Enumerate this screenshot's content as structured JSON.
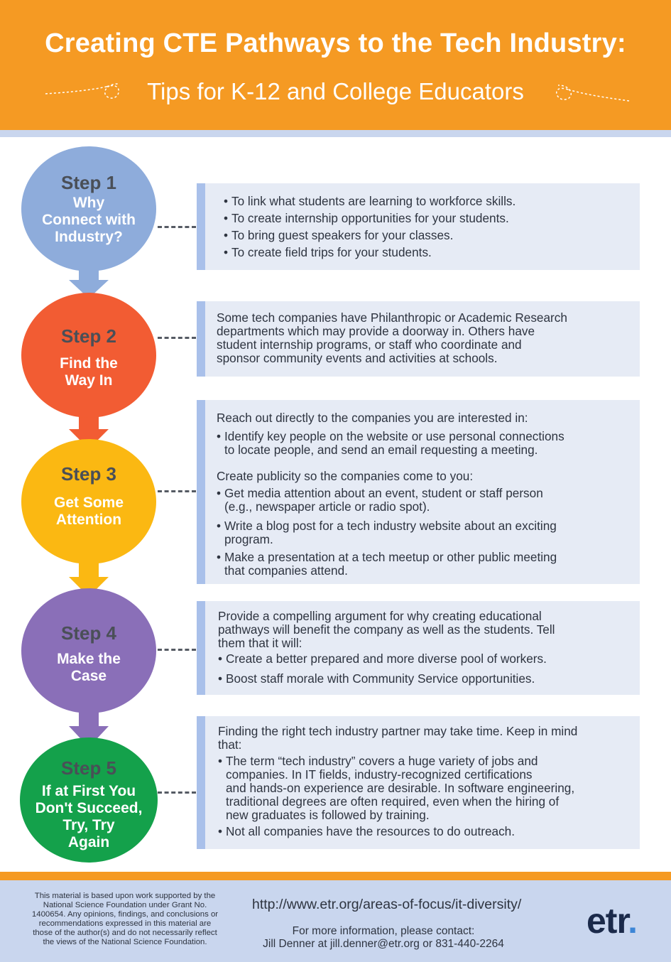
{
  "header": {
    "title": "Creating CTE Pathways to the Tech Industry:",
    "subtitle": "Tips for K-12 and College Educators"
  },
  "steps": [
    {
      "number": "Step 1",
      "title": [
        "Why",
        "Connect with",
        "Industry?"
      ],
      "color": "#8eacdb",
      "bullets": [
        "To link what students are learning to workforce skills.",
        "To create internship opportunities for your students.",
        "To bring guest speakers for your classes.",
        "To create field trips for your students."
      ]
    },
    {
      "number": "Step 2",
      "title": [
        "Find the",
        "Way In"
      ],
      "color": "#f25c33",
      "text": [
        "Some tech companies have Philanthropic or Academic Research",
        "departments which may provide a doorway in. Others have",
        "student internship programs, or staff who coordinate and",
        "sponsor community events and activities at schools."
      ]
    },
    {
      "number": "Step 3",
      "title": [
        "Get Some",
        "Attention"
      ],
      "color": "#fbb812",
      "intro1": "Reach out directly to the companies you are interested in:",
      "bullets1": [
        [
          "Identify key people on the website or use personal connections",
          "to locate people, and send an email requesting a meeting."
        ]
      ],
      "intro2": "Create publicity so the companies come to you:",
      "bullets2": [
        [
          "Get media attention about an event, student or staff person",
          "(e.g., newspaper article or radio spot)."
        ],
        [
          "Write a blog post for a tech industry website about an exciting",
          "program."
        ],
        [
          "Make a presentation at a tech meetup or other public meeting",
          "that companies attend."
        ]
      ]
    },
    {
      "number": "Step 4",
      "title": [
        "Make the",
        "Case"
      ],
      "color": "#8a6fb8",
      "text": [
        "Provide a compelling argument for why creating educational",
        "pathways will benefit the company as well as the students. Tell",
        "them that it will:"
      ],
      "bullets": [
        "Create a better prepared and more diverse pool of workers.",
        "Boost staff morale with Community Service opportunities."
      ]
    },
    {
      "number": "Step 5",
      "title": [
        "If at First You",
        "Don't Succeed,",
        "Try, Try",
        "Again"
      ],
      "color": "#14a14b",
      "text": [
        "Finding the right tech industry partner may take time. Keep in mind",
        "that:"
      ],
      "bullets": [
        [
          "The term “tech industry” covers a huge variety of jobs and",
          "companies. In IT fields, industry-recognized certifications",
          "and hands-on experience are desirable. In software engineering,",
          "traditional degrees are often required, even when the hiring of",
          "new graduates is followed by training."
        ],
        [
          "Not all companies have the resources to do outreach."
        ]
      ]
    }
  ],
  "footer": {
    "disclaimer": [
      "This material is based upon work supported by the",
      "National Science Foundation under Grant No.",
      "1400654. Any opinions, findings, and conclusions or",
      "recommendations expressed in this material are",
      "those of the author(s) and do not necessarily reflect",
      "the views of the National Science Foundation."
    ],
    "url": "http://www.etr.org/areas-of-focus/it-diversity/",
    "contact_line1": "For more information, please contact:",
    "contact_line2": "Jill Denner at jill.denner@etr.org or 831-440-2264",
    "logo": "etr",
    "logo_dot": "."
  }
}
